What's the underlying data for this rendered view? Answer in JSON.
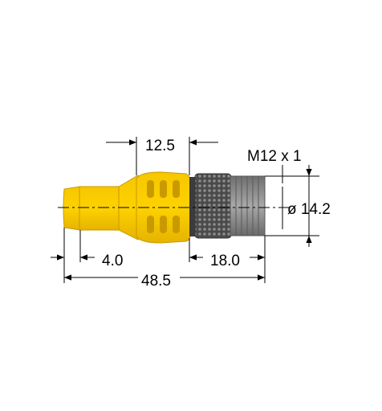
{
  "dimensions": {
    "top_length": "12.5",
    "thread": "M12 x 1",
    "diameter": "ø 14.2",
    "tip_length": "4.0",
    "connector_length": "18.0",
    "overall_length": "48.5"
  },
  "colors": {
    "body": "#f5c400",
    "body_dark": "#d9a800",
    "knurl": "#555555",
    "thread": "#8a8a8a",
    "line": "#000000"
  }
}
